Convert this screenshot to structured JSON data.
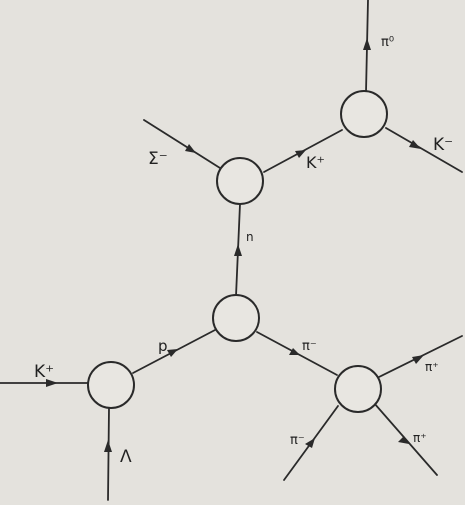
{
  "diagram": {
    "labels": {
      "pi0": "π⁰",
      "km_right": "K⁻",
      "kp_upper": "K⁺",
      "sigma": "Σ⁻",
      "n": "n",
      "p": "p",
      "pim_mid": "π⁻",
      "kp_left": "K⁺",
      "lambda": "Λ",
      "pip_top": "π⁺",
      "pip_bottom": "π⁺",
      "pim_bottom": "π⁻"
    },
    "colors": {
      "paper": "#e4e2dd",
      "ink": "#2a2a2a"
    }
  }
}
